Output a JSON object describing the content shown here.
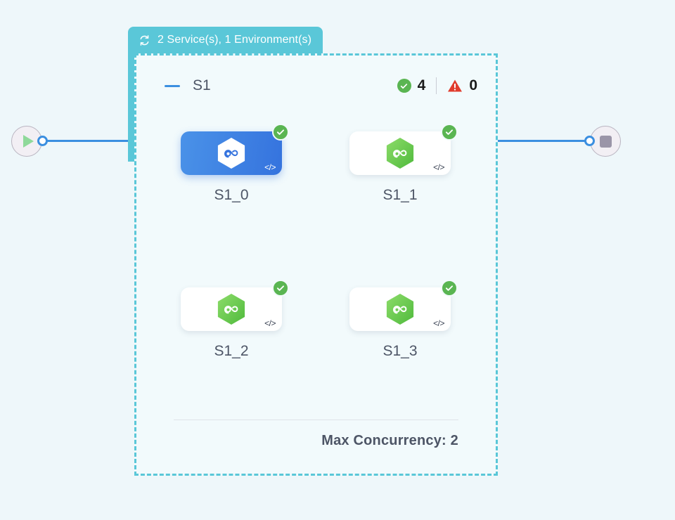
{
  "canvas": {
    "background_color": "#eef7fa"
  },
  "start_node": {
    "name": "start-node",
    "icon": "play-icon",
    "icon_color": "#8fd99a"
  },
  "end_node": {
    "name": "end-node",
    "icon": "stop-icon",
    "icon_color": "#9a95a8"
  },
  "edges": {
    "color": "#3b8fe0",
    "port_color": "#3b8fe0"
  },
  "group": {
    "header": {
      "icon": "loop-icon",
      "title": "2 Service(s), 1 Environment(s)",
      "background_color": "#5ac7d8",
      "text_color": "#ffffff"
    },
    "border_color": "#5ac7d8",
    "subgroup": {
      "collapse_icon": "minus-icon",
      "name": "S1",
      "status": {
        "success_icon": "check-circle-icon",
        "success_count": "4",
        "success_color": "#5ab552",
        "warning_icon": "warning-triangle-icon",
        "warning_count": "0",
        "warning_color": "#e03c2d"
      }
    },
    "nodes": [
      {
        "label": "S1_0",
        "logo": "hexagon-loop-icon",
        "code_glyph": "</>",
        "status_icon": "check-circle-icon",
        "selected": true
      },
      {
        "label": "S1_1",
        "logo": "hexagon-loop-icon",
        "code_glyph": "</>",
        "status_icon": "check-circle-icon",
        "selected": false
      },
      {
        "label": "S1_2",
        "logo": "hexagon-loop-icon",
        "code_glyph": "</>",
        "status_icon": "check-circle-icon",
        "selected": false
      },
      {
        "label": "S1_3",
        "logo": "hexagon-loop-icon",
        "code_glyph": "</>",
        "status_icon": "check-circle-icon",
        "selected": false
      }
    ],
    "footer": {
      "max_concurrency": "Max Concurrency: 2"
    }
  }
}
